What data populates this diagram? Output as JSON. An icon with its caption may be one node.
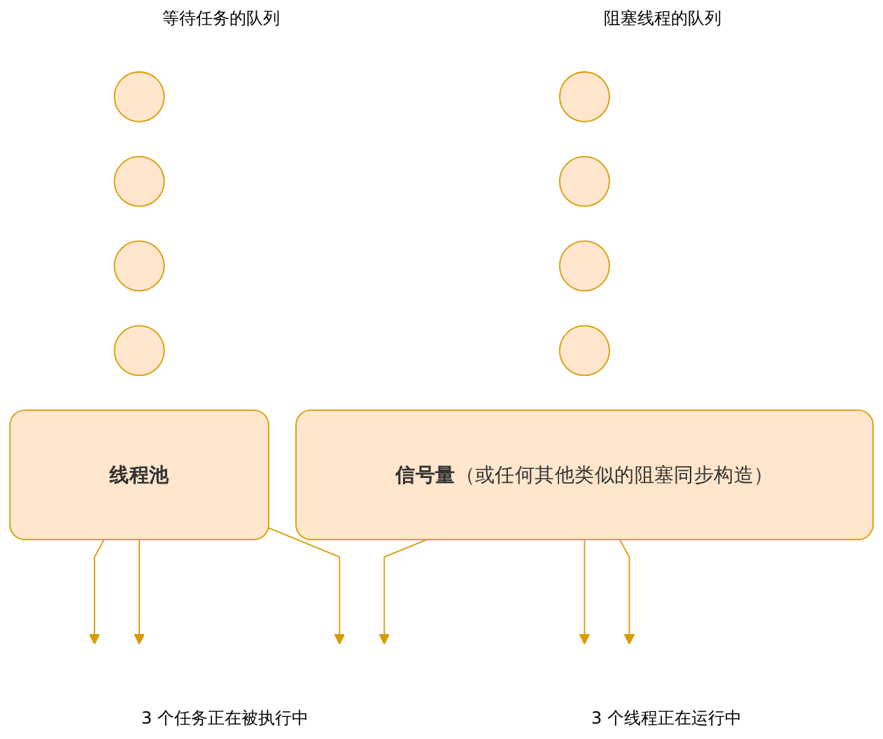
{
  "diagram": {
    "nodes": [
      {
        "text": [],
        "shape": "circle"
      },
      {
        "text": [],
        "shape": "circle"
      },
      {
        "text": [],
        "shape": "circle"
      },
      {
        "text": [],
        "shape": "circle"
      },
      {
        "text": [],
        "shape": "circle"
      },
      {
        "text": [],
        "shape": "circle"
      },
      {
        "text": [],
        "shape": "circle"
      },
      {
        "text": [],
        "shape": "circle"
      },
      {
        "text": [
          "**线程池**"
        ]
      },
      {
        "text": [
          "**信号量**（或任何其他类似的阻塞同步构造）"
        ]
      }
    ],
    "edges": [
      {
        "from": 8,
        "to": null,
        "arrow": "to"
      },
      {
        "from": 8,
        "to": null,
        "arrow": "to"
      },
      {
        "from": 8,
        "to": null,
        "arrow": "to"
      },
      {
        "from": 9,
        "to": null,
        "arrow": "to"
      },
      {
        "from": 9,
        "to": null,
        "arrow": "to"
      },
      {
        "from": 9,
        "to": null,
        "arrow": "to"
      }
    ],
    "labels": [
      "等待任务的队列",
      "阻塞线程的队列",
      "3 个任务正在被执行中",
      "3 个线程正在运行中"
    ]
  }
}
